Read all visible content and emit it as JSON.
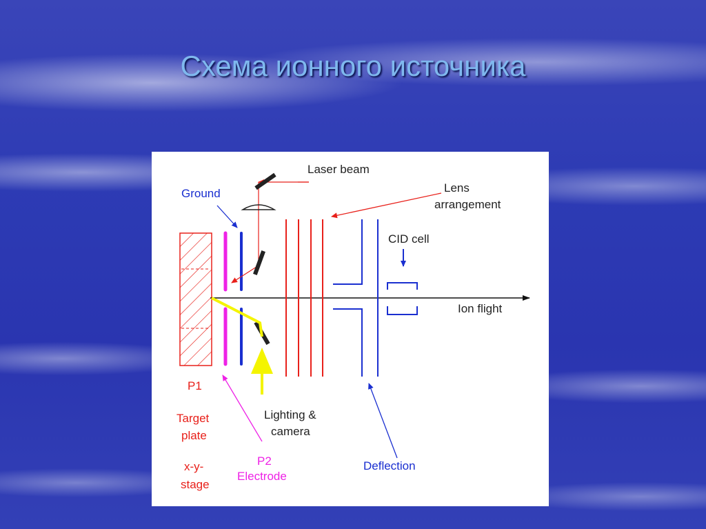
{
  "slide": {
    "title": "Схема ионного источника"
  },
  "diagram": {
    "labels": {
      "laser_beam": "Laser beam",
      "lens_line1": "Lens",
      "lens_line2": "arrangement",
      "ground": "Ground",
      "cid_cell": "CID cell",
      "ion_flight": "Ion flight",
      "p1": "P1",
      "target_line1": "Target",
      "target_line2": "plate",
      "xy_line1": "x-y-",
      "xy_line2": "stage",
      "lighting_line1": "Lighting &",
      "lighting_line2": "camera",
      "p2": "P2",
      "electrode": "Electrode",
      "deflection": "Deflection"
    },
    "colors": {
      "target": "#e8201a",
      "electrode": "#ee22e6",
      "ground": "#1a2fd0",
      "lens": "#e8201a",
      "deflection": "#1a2fd0",
      "lighting": "#f4f400",
      "beam": "#111111"
    }
  }
}
